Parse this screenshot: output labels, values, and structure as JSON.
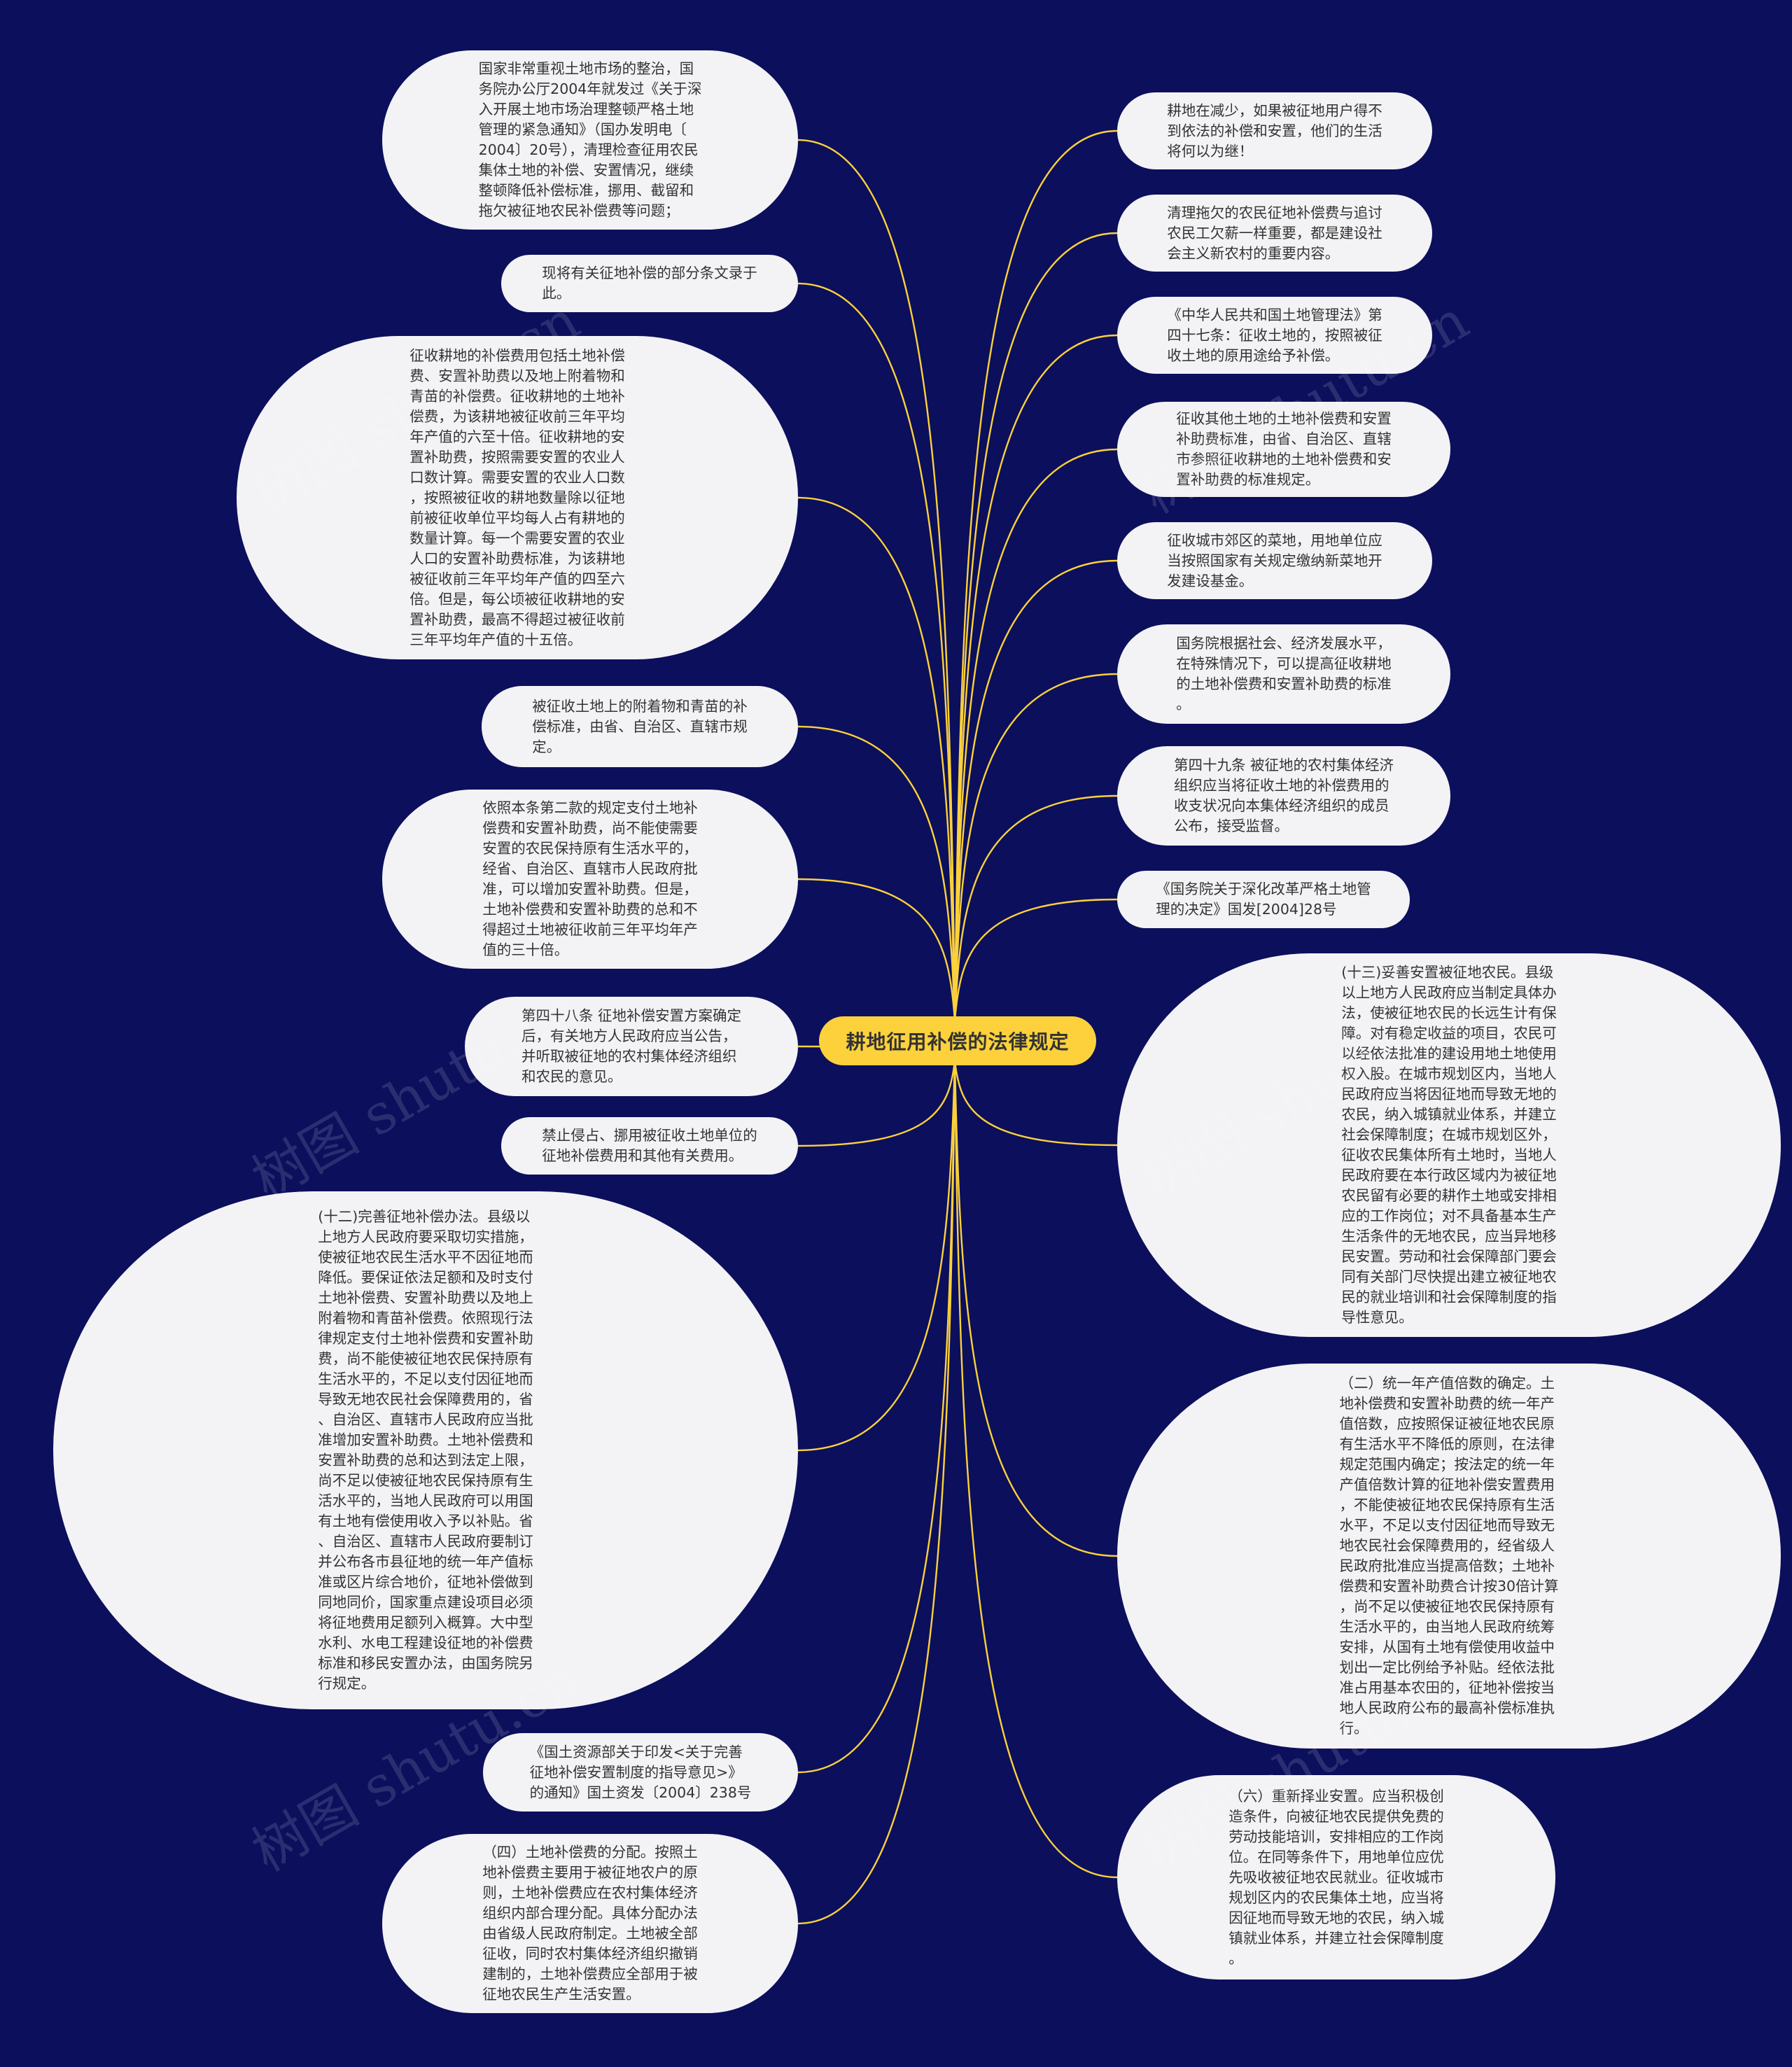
{
  "mindmap": {
    "root": "耕地征用补偿的法律规定",
    "link_color": "#fcd13b",
    "node_color": "#f3f3f5",
    "background": "#0b0f5c",
    "left_nodes": [
      "国家非常重视土地市场的整治，国\n务院办公厅2004年就发过《关于深\n入开展土地市场治理整顿严格土地\n管理的紧急通知》（国办发明电〔\n2004〕20号），清理检查征用农民\n集体土地的补偿、安置情况，继续\n整顿降低补偿标准，挪用、截留和\n拖欠被征地农民补偿费等问题；",
      "现将有关征地补偿的部分条文录于\n此。",
      "征收耕地的补偿费用包括土地补偿\n费、安置补助费以及地上附着物和\n青苗的补偿费。征收耕地的土地补\n偿费，为该耕地被征收前三年平均\n年产值的六至十倍。征收耕地的安\n置补助费，按照需要安置的农业人\n口数计算。需要安置的农业人口数\n，按照被征收的耕地数量除以征地\n前被征收单位平均每人占有耕地的\n数量计算。每一个需要安置的农业\n人口的安置补助费标准，为该耕地\n被征收前三年平均年产值的四至六\n倍。但是，每公顷被征收耕地的安\n置补助费，最高不得超过被征收前\n三年平均年产值的十五倍。",
      "被征收土地上的附着物和青苗的补\n偿标准，由省、自治区、直辖市规\n定。",
      "依照本条第二款的规定支付土地补\n偿费和安置补助费，尚不能使需要\n安置的农民保持原有生活水平的，\n经省、自治区、直辖市人民政府批\n准，可以增加安置补助费。但是，\n土地补偿费和安置补助费的总和不\n得超过土地被征收前三年平均年产\n值的三十倍。",
      "第四十八条  征地补偿安置方案确定\n后，有关地方人民政府应当公告，\n并听取被征地的农村集体经济组织\n和农民的意见。",
      "禁止侵占、挪用被征收土地单位的\n征地补偿费用和其他有关费用。",
      "(十二)完善征地补偿办法。县级以\n上地方人民政府要采取切实措施，\n使被征地农民生活水平不因征地而\n降低。要保证依法足额和及时支付\n土地补偿费、安置补助费以及地上\n附着物和青苗补偿费。依照现行法\n律规定支付土地补偿费和安置补助\n费，尚不能使被征地农民保持原有\n生活水平的，不足以支付因征地而\n导致无地农民社会保障费用的，省\n、自治区、直辖市人民政府应当批\n准增加安置补助费。土地补偿费和\n安置补助费的总和达到法定上限，\n尚不足以使被征地农民保持原有生\n活水平的，当地人民政府可以用国\n有土地有偿使用收入予以补贴。省\n、自治区、直辖市人民政府要制订\n并公布各市县征地的统一年产值标\n准或区片综合地价，征地补偿做到\n同地同价，国家重点建设项目必须\n将征地费用足额列入概算。大中型\n水利、水电工程建设征地的补偿费\n标准和移民安置办法，由国务院另\n行规定。",
      "《国土资源部关于印发<关于完善\n征地补偿安置制度的指导意见>》\n的通知》国土资发〔2004〕238号",
      "（四）土地补偿费的分配。按照土\n地补偿费主要用于被征地农户的原\n则，土地补偿费应在农村集体经济\n组织内部合理分配。具体分配办法\n由省级人民政府制定。土地被全部\n征收，同时农村集体经济组织撤销\n建制的，土地补偿费应全部用于被\n征地农民生产生活安置。"
    ],
    "right_nodes": [
      "耕地在减少，如果被征地用户得不\n到依法的补偿和安置，他们的生活\n将何以为继！",
      "清理拖欠的农民征地补偿费与追讨\n农民工欠薪一样重要，都是建设社\n会主义新农村的重要内容。",
      "《中华人民共和国土地管理法》第\n四十七条：征收土地的，按照被征\n收土地的原用途给予补偿。",
      " 征收其他土地的土地补偿费和安置\n补助费标准，由省、自治区、直辖\n市参照征收耕地的土地补偿费和安\n置补助费的标准规定。",
      "征收城市郊区的菜地，用地单位应\n当按照国家有关规定缴纳新菜地开\n发建设基金。",
      "国务院根据社会、经济发展水平，\n在特殊情况下，可以提高征收耕地\n的土地补偿费和安置补助费的标准\n。",
      "第四十九条  被征地的农村集体经济\n组织应当将征收土地的补偿费用的\n收支状况向本集体经济组织的成员\n公布，接受监督。",
      "《国务院关于深化改革严格土地管\n理的决定》国发[2004]28号",
      "(十三)妥善安置被征地农民。县级\n以上地方人民政府应当制定具体办\n法，使被征地农民的长远生计有保\n障。对有稳定收益的项目，农民可\n以经依法批准的建设用地土地使用\n权入股。在城市规划区内，当地人\n民政府应当将因征地而导致无地的\n农民，纳入城镇就业体系，并建立\n社会保障制度；在城市规划区外，\n征收农民集体所有土地时，当地人\n民政府要在本行政区域内为被征地\n农民留有必要的耕作土地或安排相\n应的工作岗位；对不具备基本生产\n生活条件的无地农民，应当异地移\n民安置。劳动和社会保障部门要会\n同有关部门尽快提出建立被征地农\n民的就业培训和社会保障制度的指\n导性意见。",
      "（二）统一年产值倍数的确定。土\n地补偿费和安置补助费的统一年产\n值倍数，应按照保证被征地农民原\n有生活水平不降低的原则，在法律\n规定范围内确定；按法定的统一年\n产值倍数计算的征地补偿安置费用\n，不能使被征地农民保持原有生活\n水平，不足以支付因征地而导致无\n地农民社会保障费用的，经省级人\n民政府批准应当提高倍数；土地补\n偿费和安置补助费合计按30倍计算\n，尚不足以使被征地农民保持原有\n生活水平的，由当地人民政府统筹\n安排，从国有土地有偿使用收益中\n划出一定比例给予补贴。经依法批\n准占用基本农田的，征地补偿按当\n地人民政府公布的最高补偿标准执\n行。",
      "（六）重新择业安置。应当积极创\n造条件，向被征地农民提供免费的\n劳动技能培训，安排相应的工作岗\n位。在同等条件下，用地单位应优\n先吸收被征地农民就业。征收城市\n规划区内的农民集体土地，应当将\n因征地而导致无地的农民，纳入城\n镇就业体系，并建立社会保障制度\n。"
    ],
    "watermark": "树图 shutu.cn"
  }
}
